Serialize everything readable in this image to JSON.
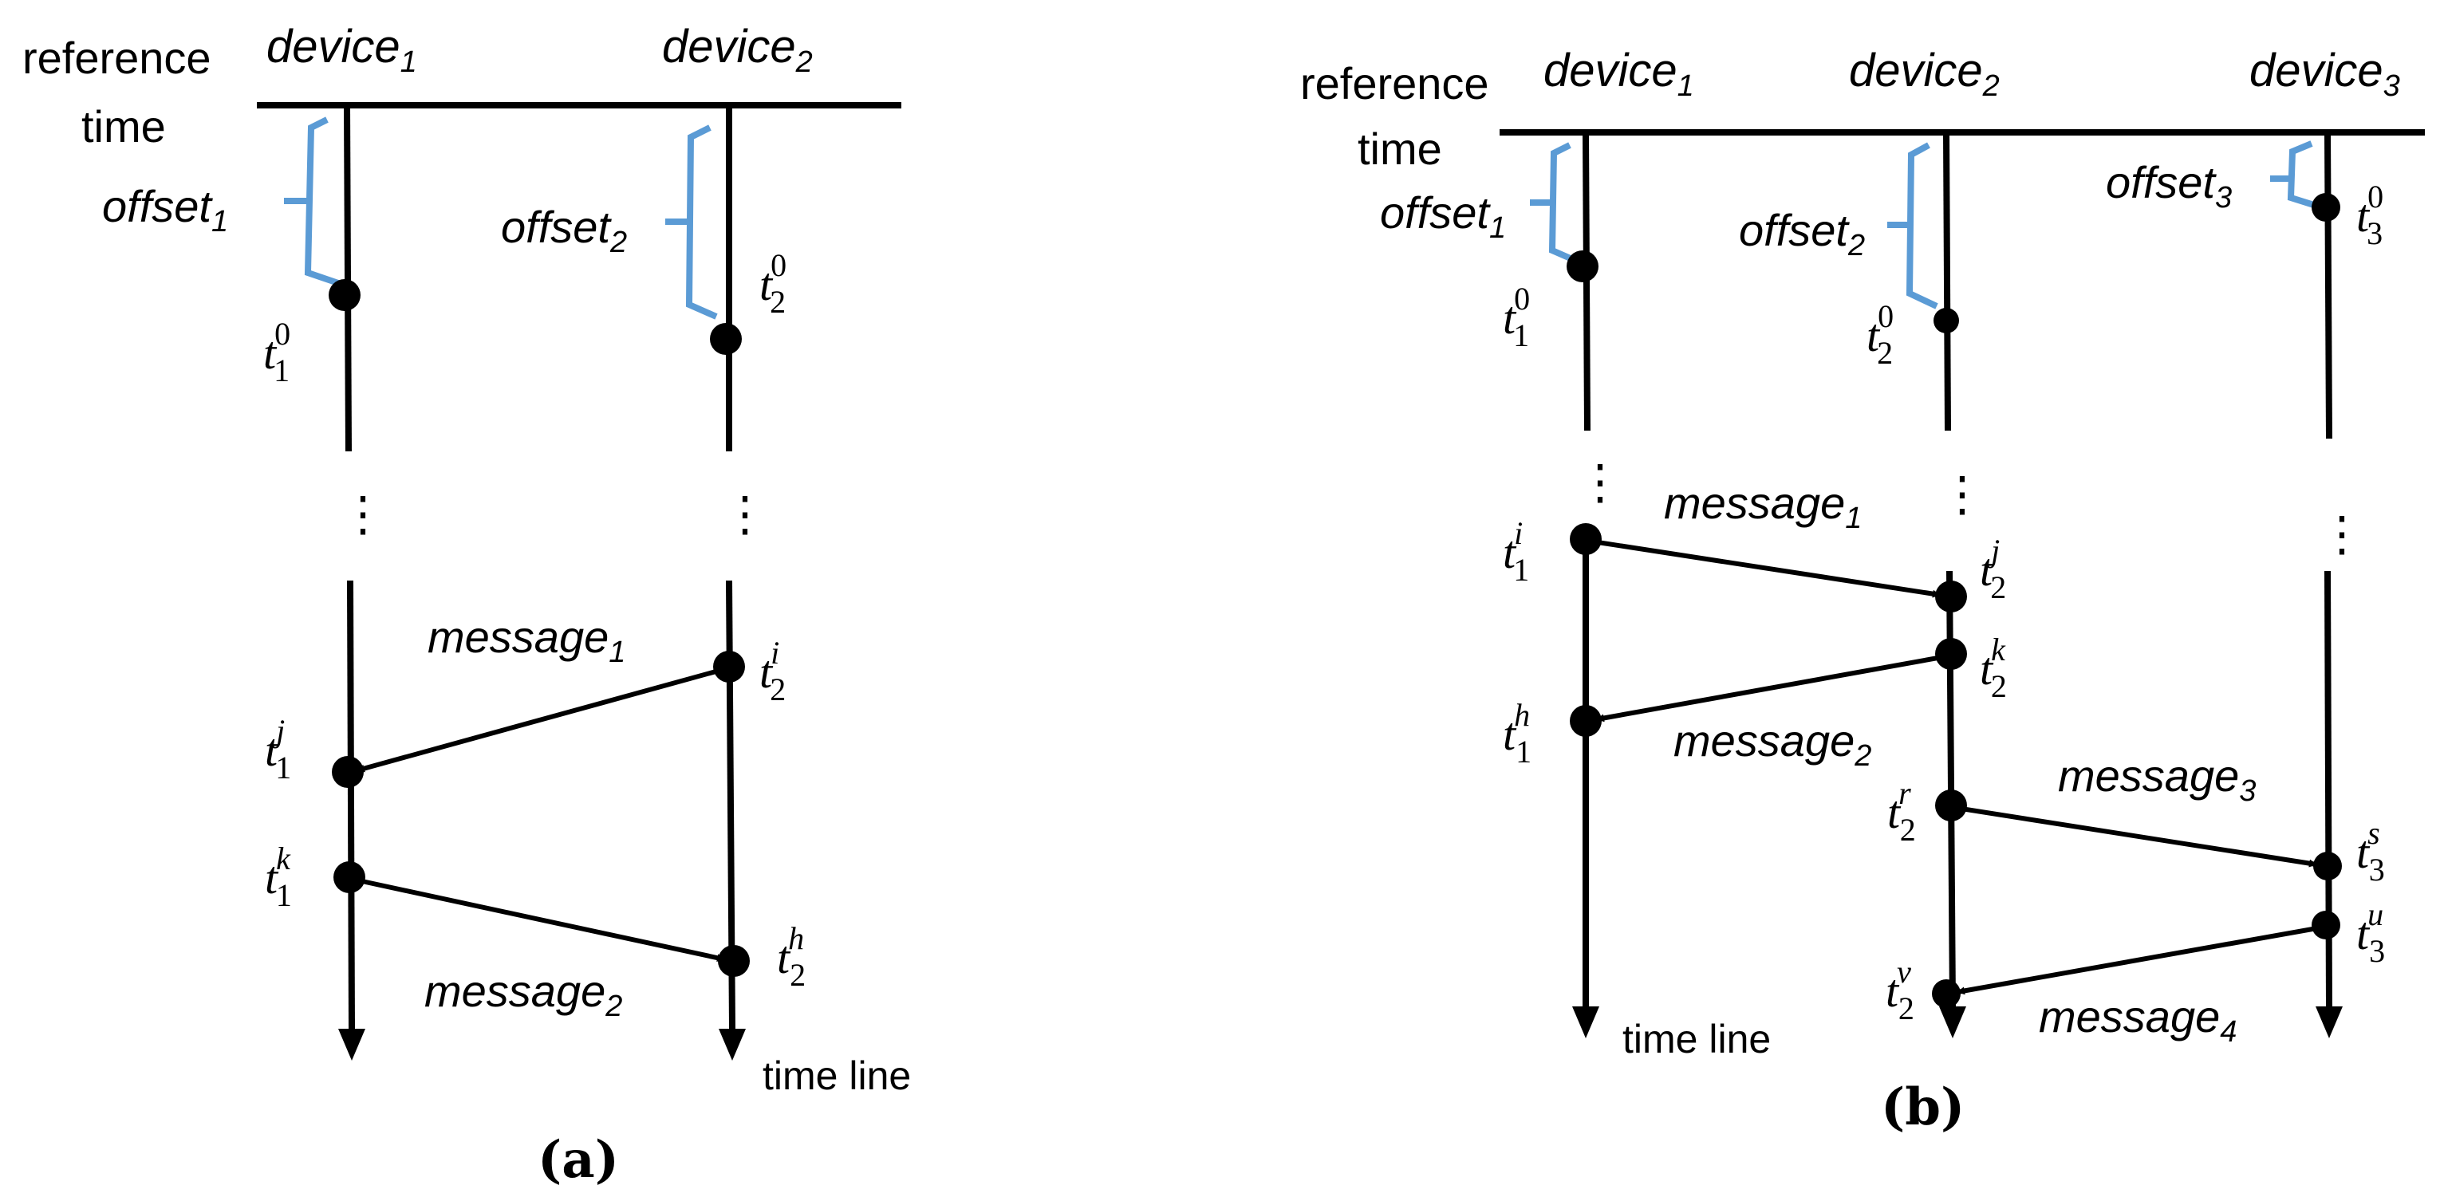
{
  "panel_a": {
    "caption": "(a)",
    "reference_label_line1": "reference",
    "reference_label_line2": "time",
    "devices": [
      {
        "name": "device",
        "sub": "1"
      },
      {
        "name": "device",
        "sub": "2"
      }
    ],
    "offsets": [
      {
        "name": "offset",
        "sub": "1"
      },
      {
        "name": "offset",
        "sub": "2"
      }
    ],
    "events": [
      {
        "t": "t",
        "sub": "1",
        "sup": "0"
      },
      {
        "t": "t",
        "sub": "2",
        "sup": "0"
      },
      {
        "t": "t",
        "sub": "2",
        "sup": "i"
      },
      {
        "t": "t",
        "sub": "1",
        "sup": "j"
      },
      {
        "t": "t",
        "sub": "1",
        "sup": "k"
      },
      {
        "t": "t",
        "sub": "2",
        "sup": "h"
      }
    ],
    "messages": [
      {
        "name": "message",
        "sub": "1"
      },
      {
        "name": "message",
        "sub": "2"
      }
    ],
    "time_line_label": "time line",
    "ellipsis": "⋮"
  },
  "panel_b": {
    "caption": "(b)",
    "reference_label_line1": "reference",
    "reference_label_line2": "time",
    "devices": [
      {
        "name": "device",
        "sub": "1"
      },
      {
        "name": "device",
        "sub": "2"
      },
      {
        "name": "device",
        "sub": "3"
      }
    ],
    "offsets": [
      {
        "name": "offset",
        "sub": "1"
      },
      {
        "name": "offset",
        "sub": "2"
      },
      {
        "name": "offset",
        "sub": "3"
      }
    ],
    "events": [
      {
        "t": "t",
        "sub": "1",
        "sup": "0"
      },
      {
        "t": "t",
        "sub": "2",
        "sup": "0"
      },
      {
        "t": "t",
        "sub": "3",
        "sup": "0"
      },
      {
        "t": "t",
        "sub": "1",
        "sup": "i"
      },
      {
        "t": "t",
        "sub": "2",
        "sup": "j"
      },
      {
        "t": "t",
        "sub": "2",
        "sup": "k"
      },
      {
        "t": "t",
        "sub": "1",
        "sup": "h"
      },
      {
        "t": "t",
        "sub": "2",
        "sup": "r"
      },
      {
        "t": "t",
        "sub": "3",
        "sup": "s"
      },
      {
        "t": "t",
        "sub": "3",
        "sup": "u"
      },
      {
        "t": "t",
        "sub": "2",
        "sup": "v"
      }
    ],
    "messages": [
      {
        "name": "message",
        "sub": "1"
      },
      {
        "name": "message",
        "sub": "2"
      },
      {
        "name": "message",
        "sub": "3"
      },
      {
        "name": "message",
        "sub": "4"
      }
    ],
    "time_line_label": "time line",
    "ellipsis": "⋮"
  },
  "colors": {
    "line": "#000000",
    "offset_bracket": "#5b9bd5"
  }
}
